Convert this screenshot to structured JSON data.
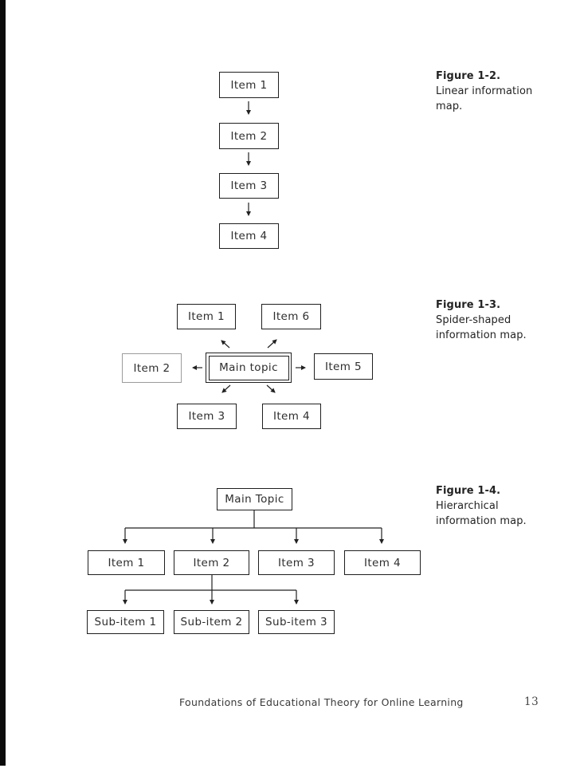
{
  "page": {
    "footer": "Foundations of Educational Theory for Online Learning",
    "page_number": "13"
  },
  "colors": {
    "line": "#222222",
    "box_border": "#1f1f1f",
    "muted_box_border": "#9c9c9c",
    "edge_bar": "#0b0b0b",
    "text": "#2e2e2e"
  },
  "fig_linear": {
    "caption_title": "Figure 1-2.",
    "caption_line1": "Linear information",
    "caption_line2": "map.",
    "items": [
      "Item 1",
      "Item 2",
      "Item 3",
      "Item 4"
    ]
  },
  "fig_spider": {
    "caption_title": "Figure 1-3.",
    "caption_line1": "Spider-shaped",
    "caption_line2": "information map.",
    "center": "Main topic",
    "items": [
      "Item 1",
      "Item 2",
      "Item 3",
      "Item 4",
      "Item 5",
      "Item 6"
    ]
  },
  "fig_hier": {
    "caption_title": "Figure 1-4.",
    "caption_line1": "Hierarchical",
    "caption_line2": "information map.",
    "root": "Main Topic",
    "items": [
      "Item 1",
      "Item 2",
      "Item 3",
      "Item 4"
    ],
    "subitems": [
      "Sub-item 1",
      "Sub-item 2",
      "Sub-item 3"
    ]
  }
}
